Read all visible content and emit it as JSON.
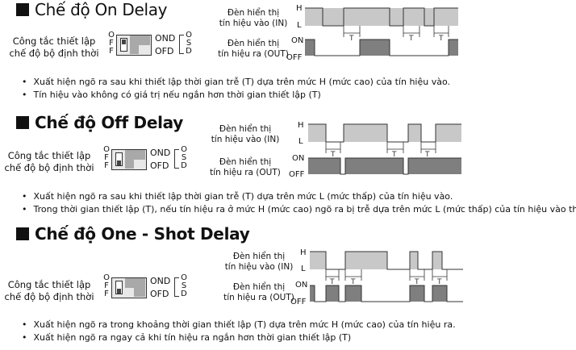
{
  "sections": [
    {
      "title": "Chế độ On Delay",
      "switch_label": "Công tắc thiết lập\nchế độ bộ định thời",
      "dip_letters": "O\nF\nF",
      "dip_state": "OND\nOFD",
      "dip_side": "O\nS\nD",
      "in_lamp": "Đèn hiển thị\ntín hiệu vào (IN)",
      "out_lamp": "Đèn hiển thị\ntín hiệu ra (OUT)",
      "level_h": "H",
      "level_l": "L",
      "level_on": "ON",
      "level_off": "OFF",
      "t_mark": "T",
      "notes": [
        "Xuất hiện ngõ ra sau khi thiết lập thời gian trễ (T) dựa trên mức H (mức cao) của tín hiệu vào.",
        "Tín hiệu vào không có giá trị nếu ngắn hơn thời gian thiết lập (T)"
      ]
    },
    {
      "title": "Chế độ Off Delay",
      "switch_label": "Công tắc thiết lập\nchế độ bộ định thời",
      "dip_letters": "O\nF\nF",
      "dip_state": "OND\nOFD",
      "dip_side": "O\nS\nD",
      "in_lamp": "Đèn hiển thị\ntín hiệu vào (IN)",
      "out_lamp": "Đèn hiển thị\ntín hiệu ra (OUT)",
      "level_h": "H",
      "level_l": "L",
      "level_on": "ON",
      "level_off": "OFF",
      "t_mark": "T",
      "notes": [
        "Xuất hiện ngõ ra sau khi thiết lập thời gian trễ (T) dựa trên mức L (mức thấp) của tín hiệu vào.",
        "Trong thời gian thiết lập (T), nếu tín hiệu ra ở mức H (mức cao) ngõ ra bị trễ dựa trên mức L (mức thấp) của tín hiệu vào thứ hai"
      ]
    },
    {
      "title": "Chế độ One - Shot Delay",
      "switch_label": "Công tắc thiết lập\nchế độ bộ định thời",
      "dip_letters": "O\nF\nF",
      "dip_state": "OND\nOFD",
      "dip_side": "O\nS\nD",
      "in_lamp": "Đèn hiển thị\ntín hiệu vào (IN)",
      "out_lamp": "Đèn hiển thị\ntín hiệu ra (OUT)",
      "level_h": "H",
      "level_l": "L",
      "level_on": "ON",
      "level_off": "OFF",
      "t_mark": "T",
      "notes": [
        "Xuất hiện ngõ ra trong khoảng thời gian thiết lập (T) dựa trên mức H (mức cao) của tín hiệu ra.",
        "Xuất hiện ngõ ra ngay cả khi tín hiệu ra ngắn hơn thời gian thiết lập (T)"
      ]
    }
  ],
  "colors": {
    "signal_fill": "#c8c8c8",
    "output_fill": "#7f7f7f",
    "line": "#333333"
  }
}
